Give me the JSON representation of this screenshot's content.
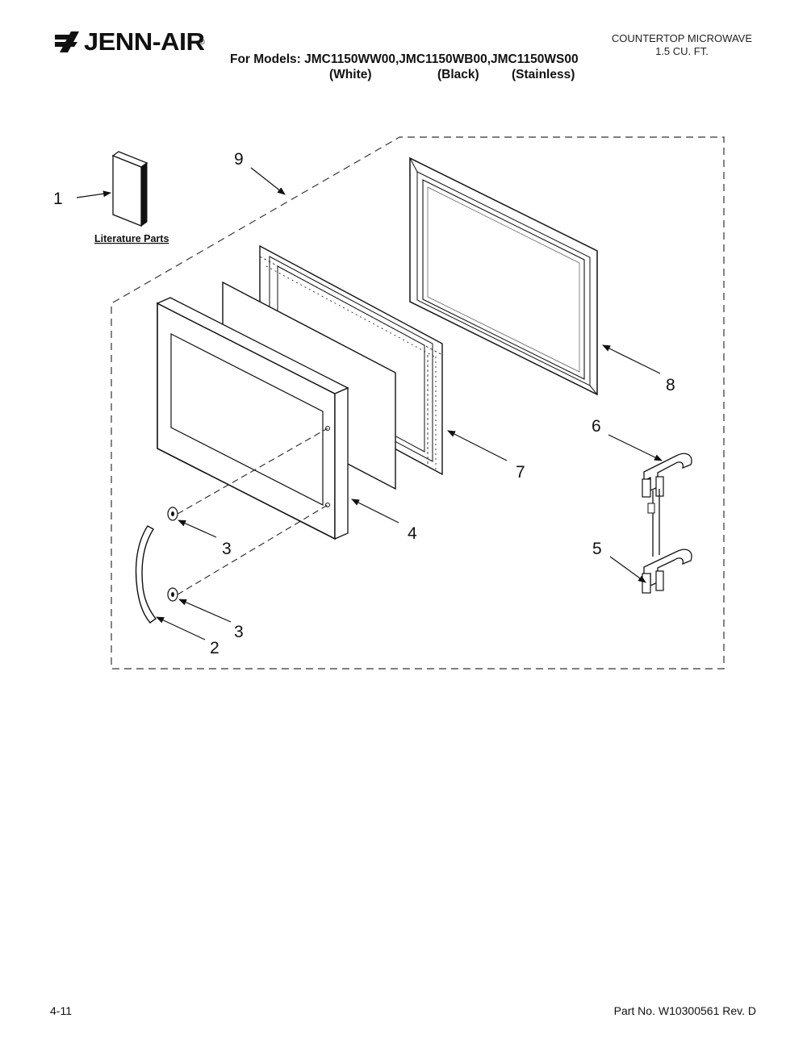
{
  "header": {
    "brand": "JENN-AIR",
    "brand_mark": "®",
    "product_type": "COUNTERTOP MICROWAVE",
    "capacity": "1.5 CU. FT.",
    "models_line": "For Models: JMC1150WW00,JMC1150WB00,JMC1150WS00",
    "variants": [
      "(White)",
      "(Black)",
      "(Stainless)"
    ]
  },
  "diagram": {
    "literature_label": "Literature Parts",
    "callouts": [
      "1",
      "2",
      "3",
      "3",
      "4",
      "5",
      "6",
      "7",
      "8",
      "9"
    ]
  },
  "footer": {
    "page": "4-11",
    "part_number": "Part No. W10300561 Rev. D"
  }
}
